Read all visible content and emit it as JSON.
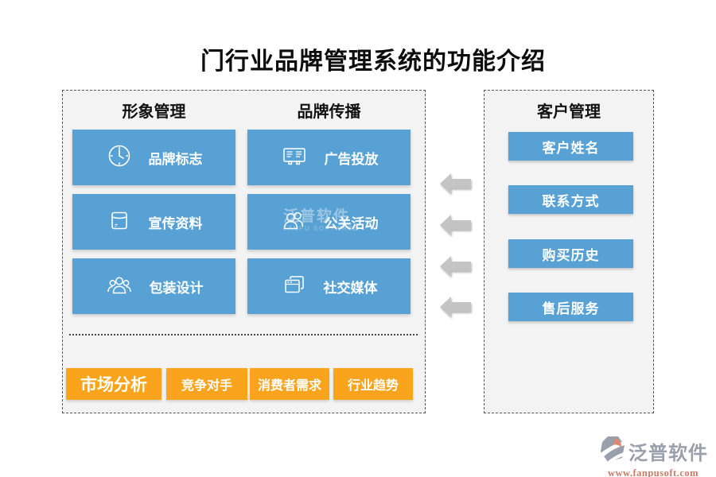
{
  "title": "门行业品牌管理系统的功能介绍",
  "left_panel": {
    "columns": [
      {
        "header": "形象管理",
        "buttons": [
          {
            "label": "品牌标志",
            "icon": "clock-icon"
          },
          {
            "label": "宣传资料",
            "icon": "document-icon"
          },
          {
            "label": "包装设计",
            "icon": "team-icon"
          }
        ]
      },
      {
        "header": "品牌传播",
        "buttons": [
          {
            "label": "广告投放",
            "icon": "billboard-icon"
          },
          {
            "label": "公关活动",
            "icon": "people-icon"
          },
          {
            "label": "社交媒体",
            "icon": "windows-icon"
          }
        ]
      }
    ],
    "bottom_buttons": [
      {
        "label": "市场分析"
      },
      {
        "label": "竞争对手"
      },
      {
        "label": "消费者需求"
      },
      {
        "label": "行业趋势"
      }
    ]
  },
  "right_panel": {
    "header": "客户管理",
    "buttons": [
      {
        "label": "客户姓名"
      },
      {
        "label": "联系方式"
      },
      {
        "label": "购买历史"
      },
      {
        "label": "售后服务"
      }
    ]
  },
  "arrows": {
    "count": 4,
    "direction": "left"
  },
  "watermark": {
    "text": "泛普软件",
    "subtext": "FANPU SOFTWARE"
  },
  "footer": {
    "brand": "泛普软件",
    "url": "www.fanpusoft.com"
  },
  "colors": {
    "button_blue": "#58a1d5",
    "button_orange": "#f9a41c",
    "arrow_gray": "#c4c4c4",
    "panel_bg": "#f3f3f3",
    "brand_gray": "#9aa0ab",
    "url_salmon": "#ca7b67"
  }
}
